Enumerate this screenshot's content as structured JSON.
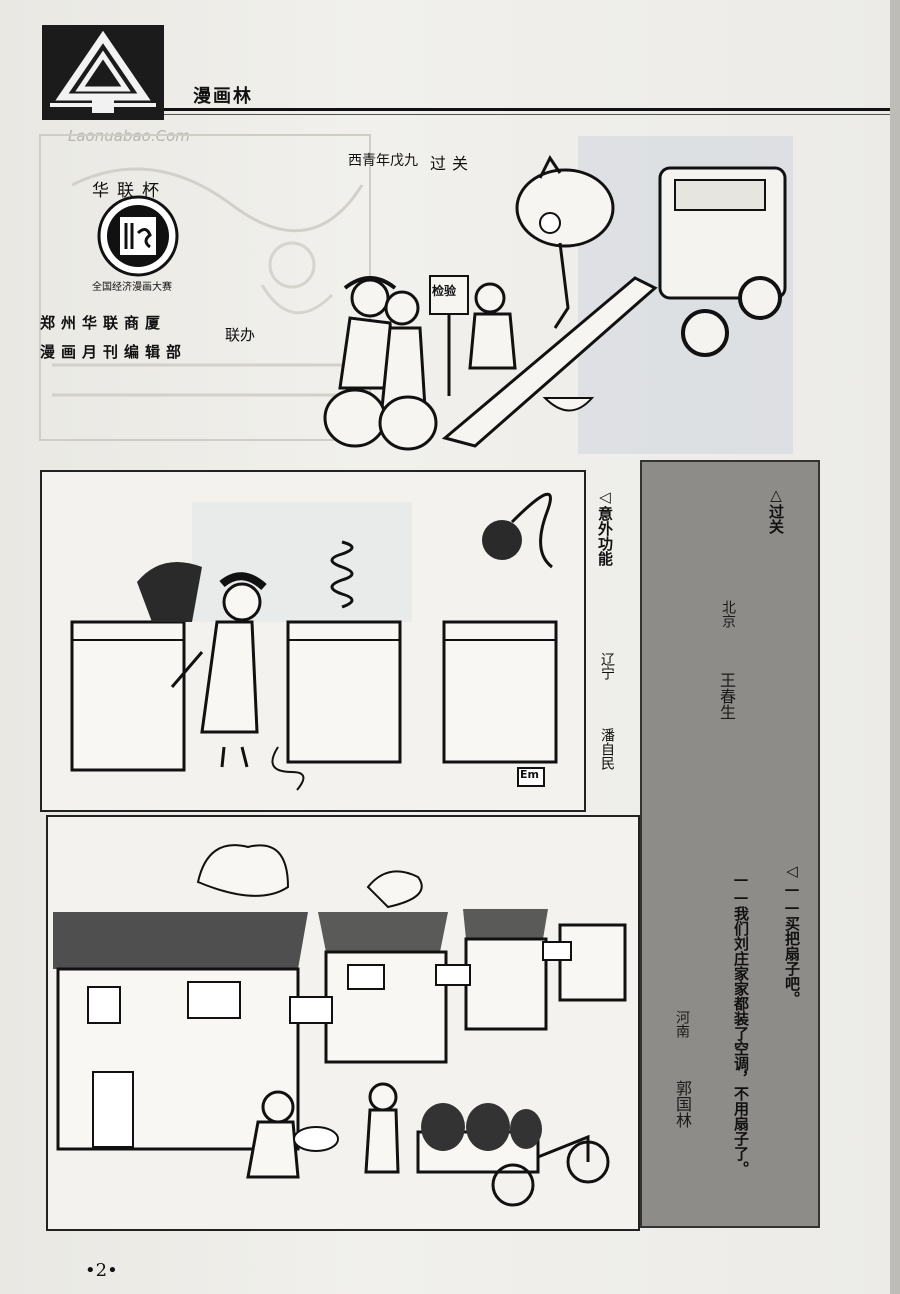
{
  "header": {
    "section_title": "漫画林",
    "watermark_url": "Laonuabao.Com"
  },
  "contest": {
    "logo_top_text": "华联杯",
    "logo_caption": "全国经济漫画大赛",
    "organizer_1": "郑州华联商厦",
    "organizer_2": "漫画月刊编辑部",
    "co_host": "联办"
  },
  "cartoon1": {
    "signature": "西青年戊九",
    "sign_text": "检验",
    "title_in_art": "过关"
  },
  "cartoon2": {
    "title": "◁意外功能",
    "province": "辽宁",
    "author": "潘自民",
    "stamp": "Em"
  },
  "cartoon3": {
    "caption_line1": "◁——买把扇子吧。",
    "caption_line2": "——我们刘庄家家都装了空调，不用扇子了。",
    "province": "河南",
    "author": "郭国林"
  },
  "gray_panel": {
    "title": "△过关",
    "province": "北京",
    "author": "王春生"
  },
  "footer": {
    "page_number": "•2•"
  },
  "colors": {
    "paper": "#ecebe6",
    "ink": "#111111",
    "gray_panel": "#8d8c89",
    "watermark": "#b7b5ad"
  }
}
